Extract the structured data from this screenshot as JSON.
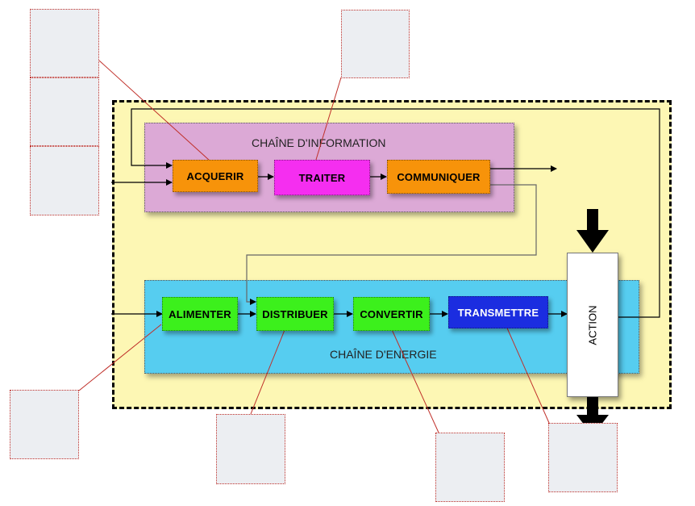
{
  "info_chain": {
    "title": "CHAÎNE D'INFORMATION"
  },
  "energy_chain": {
    "title": "CHAÎNE D'ENERGIE"
  },
  "blocks": {
    "acquerir": "ACQUERIR",
    "traiter": "TRAITER",
    "communiquer": "COMMUNIQUER",
    "alimenter": "ALIMENTER",
    "distribuer": "DISTRIBUER",
    "convertir": "CONVERTIR",
    "transmettre": "TRANSMETTRE",
    "action": "ACTION"
  },
  "colors": {
    "system_bg": "#fdf7b4",
    "info_bg": "#dca9d6",
    "energy_bg": "#56cdf0",
    "orange": "#f7930a",
    "magenta": "#f52ef0",
    "green": "#3cf01c",
    "blue": "#1b2de0",
    "note_bg": "#eceef2",
    "leader": "#c0302a"
  }
}
